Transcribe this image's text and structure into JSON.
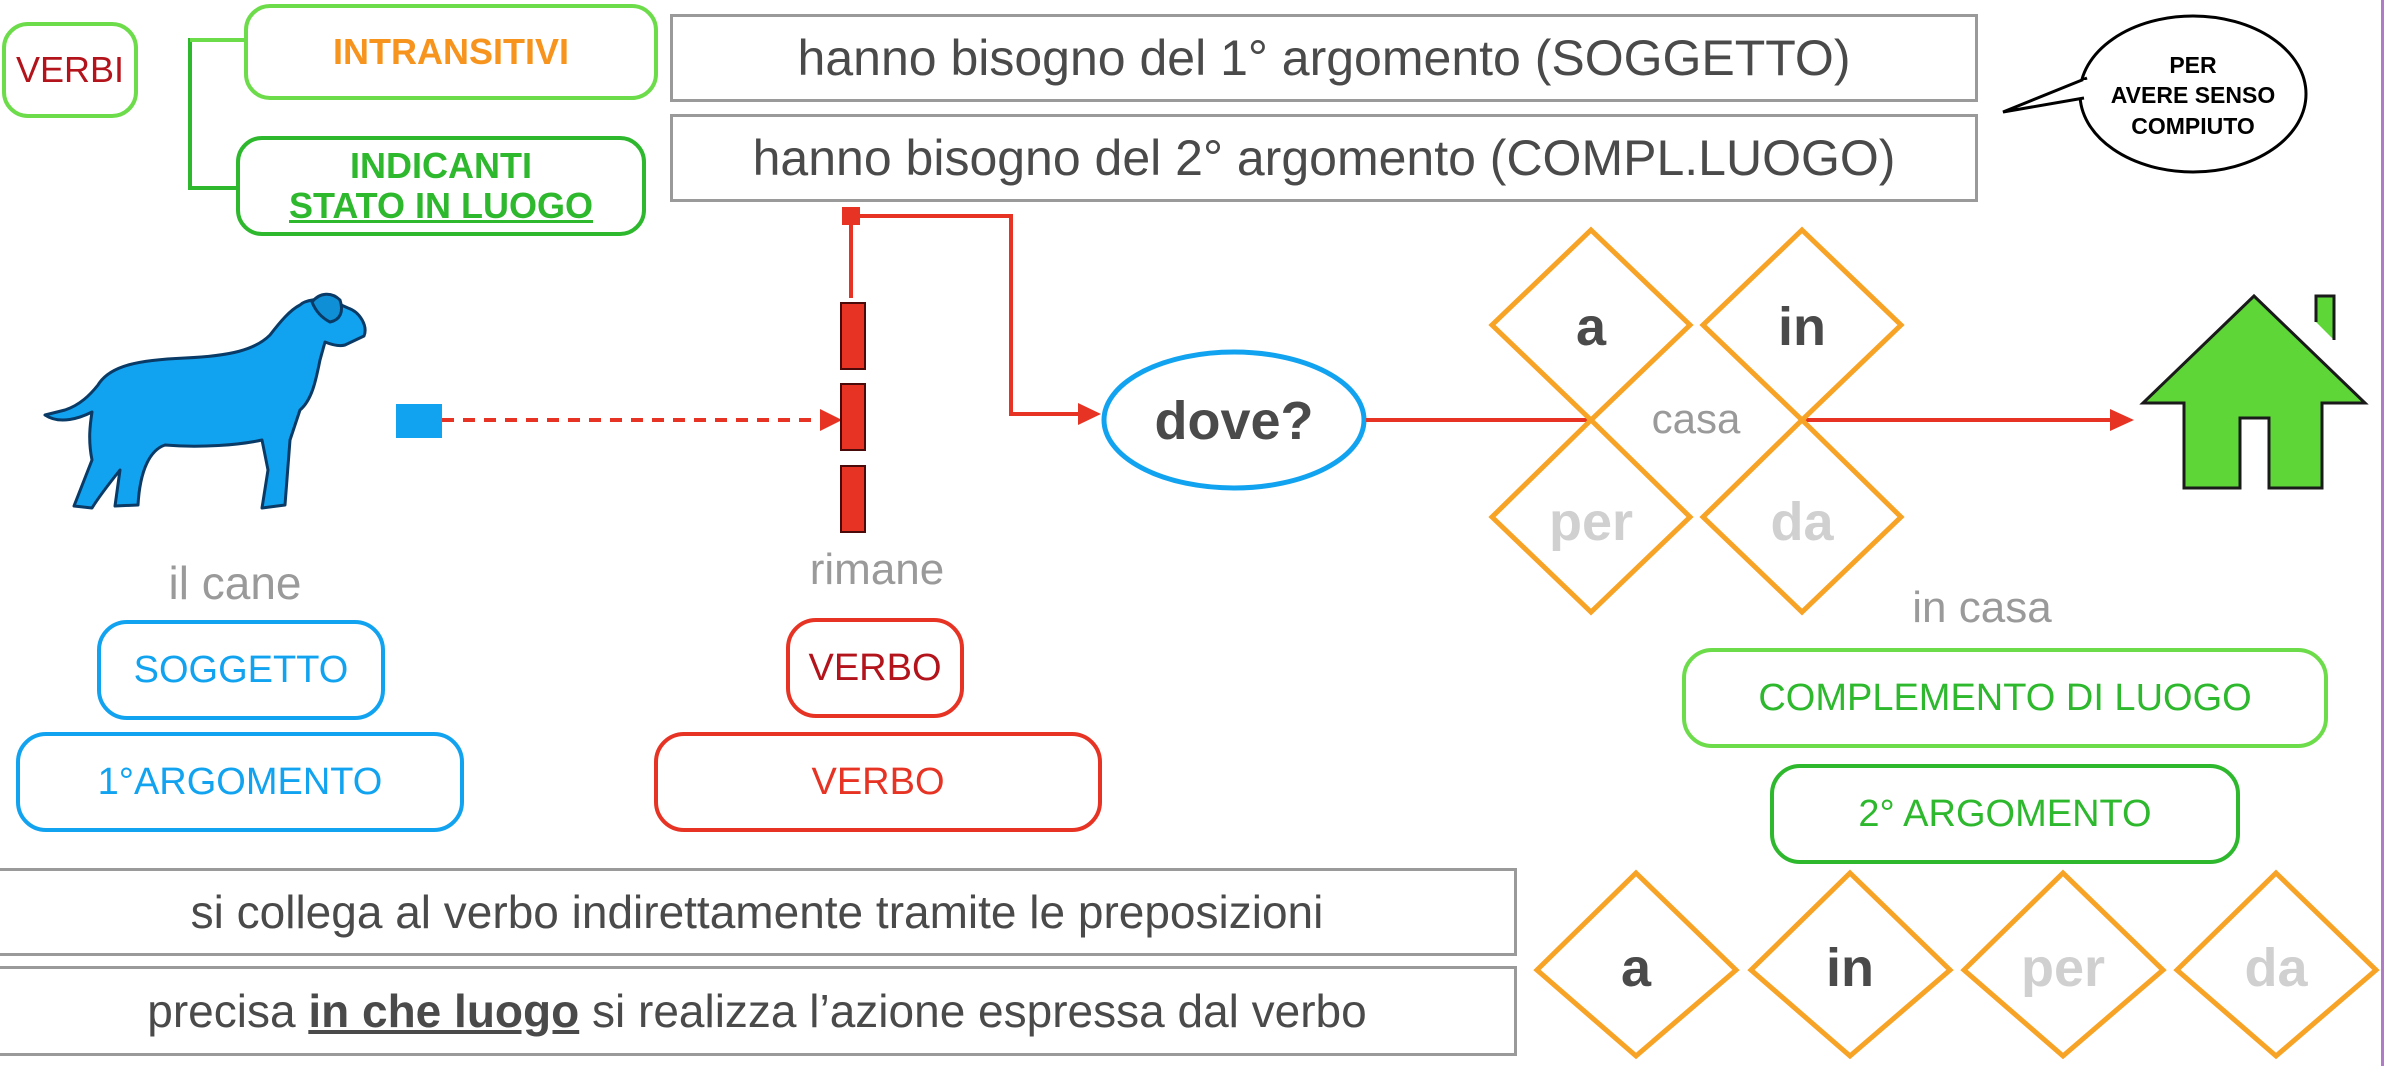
{
  "colors": {
    "light_green": "#6ddc4a",
    "dark_green": "#2db82d",
    "orange": "#f7941d",
    "orange_diamond": "#f7a325",
    "blue": "#12a3f0",
    "red": "#e63323",
    "dark_red": "#b3141b",
    "gray_text": "#9a9a9a",
    "dark_gray_text": "#4a4a4a",
    "light_gray_text": "#d0d0d0",
    "house_green": "#5fd638"
  },
  "header": {
    "verbi": "VERBI",
    "intransitivi": "INTRANSITIVI",
    "indicanti_line1": "INDICANTI",
    "indicanti_line2": "STATO IN LUOGO",
    "row1_text": "hanno bisogno del 1° argomento (SOGGETTO)",
    "row2_text": "hanno bisogno del 2° argomento (COMPL.LUOGO)"
  },
  "speech_bubble": {
    "line1": "PER",
    "line2": "AVERE SENSO",
    "line3": "COMPIUTO"
  },
  "subject": {
    "icon": "dog-icon",
    "word": "il cane",
    "role": "SOGGETTO",
    "argument": "1°ARGOMENTO"
  },
  "verb": {
    "word": "rimane",
    "role": "VERBO",
    "argument": "VERBO"
  },
  "question": {
    "label": "dove?"
  },
  "prepositions_cluster": {
    "center": "casa",
    "top_left": "a",
    "top_right": "in",
    "bottom_left": "per",
    "bottom_right": "da"
  },
  "complement": {
    "icon": "house-icon",
    "word": "in casa",
    "role": "COMPLEMENTO DI LUOGO",
    "argument": "2° ARGOMENTO"
  },
  "footer": {
    "line1": "si collega al verbo indirettamente tramite le preposizioni",
    "line2_before": "precisa ",
    "line2_emph": "in che luogo",
    "line2_after": " si realizza l’azione espressa dal verbo"
  },
  "prepositions_row": [
    "a",
    "in",
    "per",
    "da"
  ]
}
